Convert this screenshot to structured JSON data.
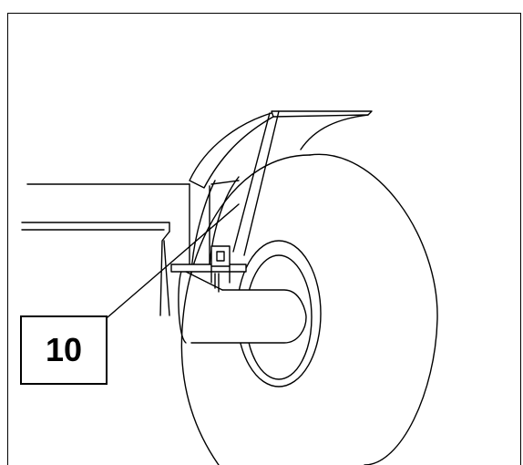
{
  "callout": {
    "number": "10"
  },
  "icons": {
    "wheel": "tire-wheel-drawing",
    "bracket": "mudguard-bracket-drawing"
  },
  "colors": {
    "line": "#000000",
    "background": "#ffffff"
  }
}
